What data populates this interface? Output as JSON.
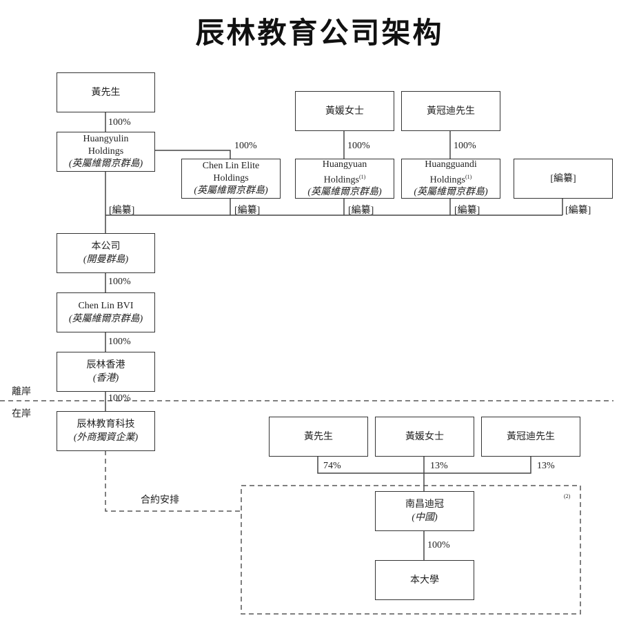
{
  "title": "辰林教育公司架构",
  "offshore_label": "離岸",
  "onshore_label": "在岸",
  "boxes": {
    "mr_huang": {
      "name": "黃先生"
    },
    "ms_huangyuan": {
      "name": "黃媛女士"
    },
    "mr_huangguandi": {
      "name": "黃冠迪先生"
    },
    "huangyulin": {
      "name1": "Huangyulin",
      "name2": "Holdings",
      "sub": "(英屬維爾京群島)"
    },
    "chenlin_elite": {
      "name1": "Chen Lin Elite",
      "name2": "Holdings",
      "sub": "(英屬維爾京群島)"
    },
    "huangyuan": {
      "name1": "Huangyuan",
      "name2": "Holdings",
      "note": "(1)",
      "sub": "(英屬維爾京群島)"
    },
    "huangguandi": {
      "name1": "Huangguandi",
      "name2": "Holdings",
      "note": "(1)",
      "sub": "(英屬維爾京群島)"
    },
    "redacted": {
      "name": "[編纂]"
    },
    "company": {
      "name": "本公司",
      "sub": "(開曼群島)"
    },
    "chenlin_bvi": {
      "name": "Chen Lin BVI",
      "sub": "(英屬維爾京群島)"
    },
    "chenlin_hk": {
      "name": "辰林香港",
      "sub": "(香港)"
    },
    "chenlin_tech": {
      "name": "辰林教育科技",
      "sub": "(外商獨資企業)"
    },
    "lower_mr_huang": {
      "name": "黃先生"
    },
    "lower_ms_huangyuan": {
      "name": "黃媛女士"
    },
    "lower_mr_huangguandi": {
      "name": "黃冠迪先生"
    },
    "nanchang_diguan": {
      "name": "南昌迪冠",
      "sub": "(中國)"
    },
    "university": {
      "name": "本大學"
    }
  },
  "percent_labels": {
    "huang_to_huangyulin": "100%",
    "huangyulin_to_elite": "100%",
    "huangyuan_to_holdings": "100%",
    "huangguandi_to_holdings": "100%",
    "company_to_bvi": "100%",
    "bvi_to_hk": "100%",
    "hk_to_tech": "100%",
    "lower_huang": "74%",
    "lower_huangyuan": "13%",
    "lower_huangguandi": "13%",
    "diguan_to_university": "100%"
  },
  "redacted_labels": [
    "[編纂]",
    "[編纂]",
    "[編纂]",
    "[編纂]",
    "[編纂]"
  ],
  "contractual_label": "合約安排",
  "vie_note": "(2)"
}
